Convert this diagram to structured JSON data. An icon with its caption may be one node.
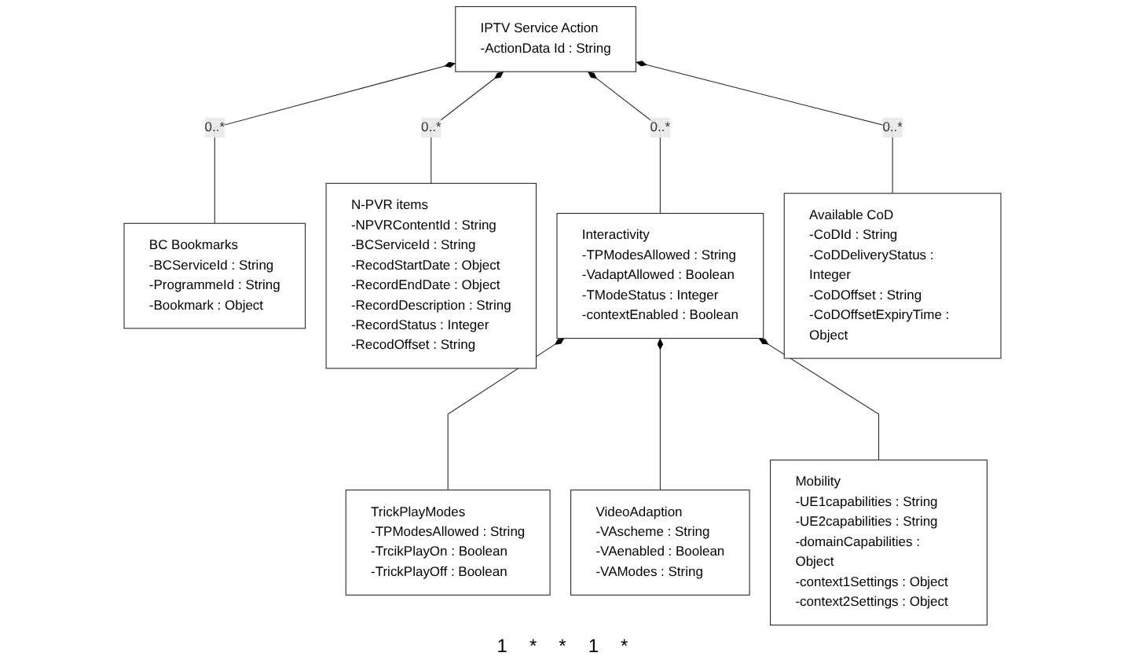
{
  "diagram": {
    "nodes": [
      {
        "text": [
          "IPTV Service Action",
          "-ActionData Id : String"
        ]
      },
      {
        "text": [
          "BC Bookmarks",
          "-BCServiceId : String",
          "-ProgrammeId : String",
          "-Bookmark : Object"
        ]
      },
      {
        "text": [
          "N-PVR items",
          "-NPVRContentId : String",
          "-BCServiceId : String",
          "-RecodStartDate : Object",
          "-RecordEndDate : Object",
          "-RecordDescription : String",
          "-RecordStatus : Integer",
          "-RecodOffset : String"
        ]
      },
      {
        "text": [
          "Interactivity",
          "-TPModesAllowed : String",
          "-VadaptAllowed : Boolean",
          "-TModeStatus : Integer",
          "-contextEnabled : Boolean"
        ]
      },
      {
        "text": [
          "Available CoD",
          "-CoDId : String",
          "-CoDDeliveryStatus : Integer",
          "-CoDOffset : String",
          "-CoDOffsetExpiryTime : Object"
        ]
      },
      {
        "text": [
          "TrickPlayModes",
          "-TPModesAllowed : String",
          "-TrcikPlayOn : Boolean",
          "-TrickPlayOff : Boolean"
        ]
      },
      {
        "text": [
          "VideoAdaption",
          "-VAscheme : String",
          "-VAenabled : Boolean",
          "-VAModes : String"
        ]
      },
      {
        "text": [
          "Mobility",
          "-UE1capabilities : String",
          "-UE2capabilities : String",
          "-domainCapabilities : Object",
          "-context1Settings : Object",
          "-context2Settings : Object"
        ]
      }
    ],
    "edges": [
      {
        "from": 0,
        "to": 1,
        "arrow": "other",
        "label": "0..*"
      },
      {
        "from": 0,
        "to": 2,
        "arrow": "other",
        "label": "0..*"
      },
      {
        "from": 0,
        "to": 3,
        "arrow": "other",
        "label": "0..*"
      },
      {
        "from": 0,
        "to": 4,
        "arrow": "other",
        "label": "0..*"
      },
      {
        "from": 3,
        "to": 5,
        "arrow": "other"
      },
      {
        "from": 3,
        "to": 6,
        "arrow": "other"
      },
      {
        "from": 3,
        "to": 7,
        "arrow": "other"
      }
    ],
    "labels": [
      "1",
      "*",
      "*",
      "1",
      "*"
    ]
  }
}
